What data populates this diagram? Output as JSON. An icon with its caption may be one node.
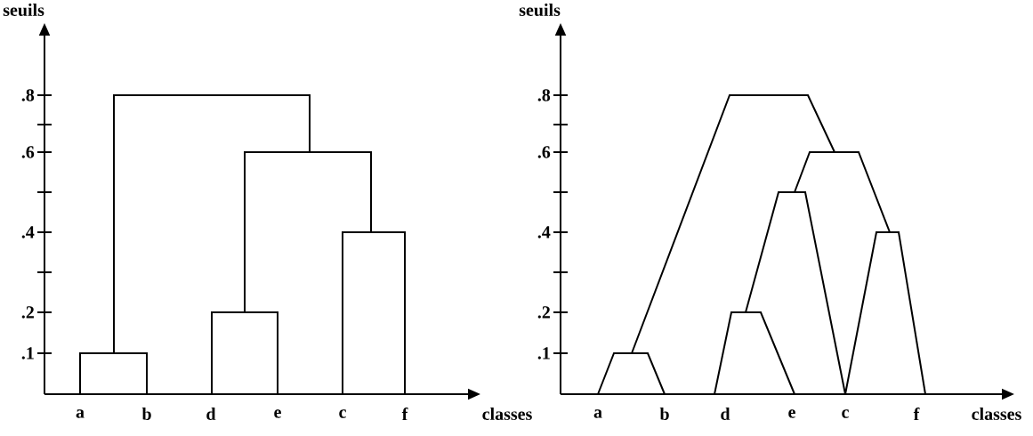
{
  "diagram": {
    "labels": [
      "seuils",
      ".8",
      ".6",
      ".4",
      ".2",
      ".1",
      "a",
      "b",
      "d",
      "e",
      "c",
      "f",
      "classes",
      "seuils",
      ".8",
      ".6",
      ".4",
      ".2",
      ".1",
      "a",
      "b",
      "d",
      "e",
      "c",
      "f",
      "classes"
    ]
  }
}
